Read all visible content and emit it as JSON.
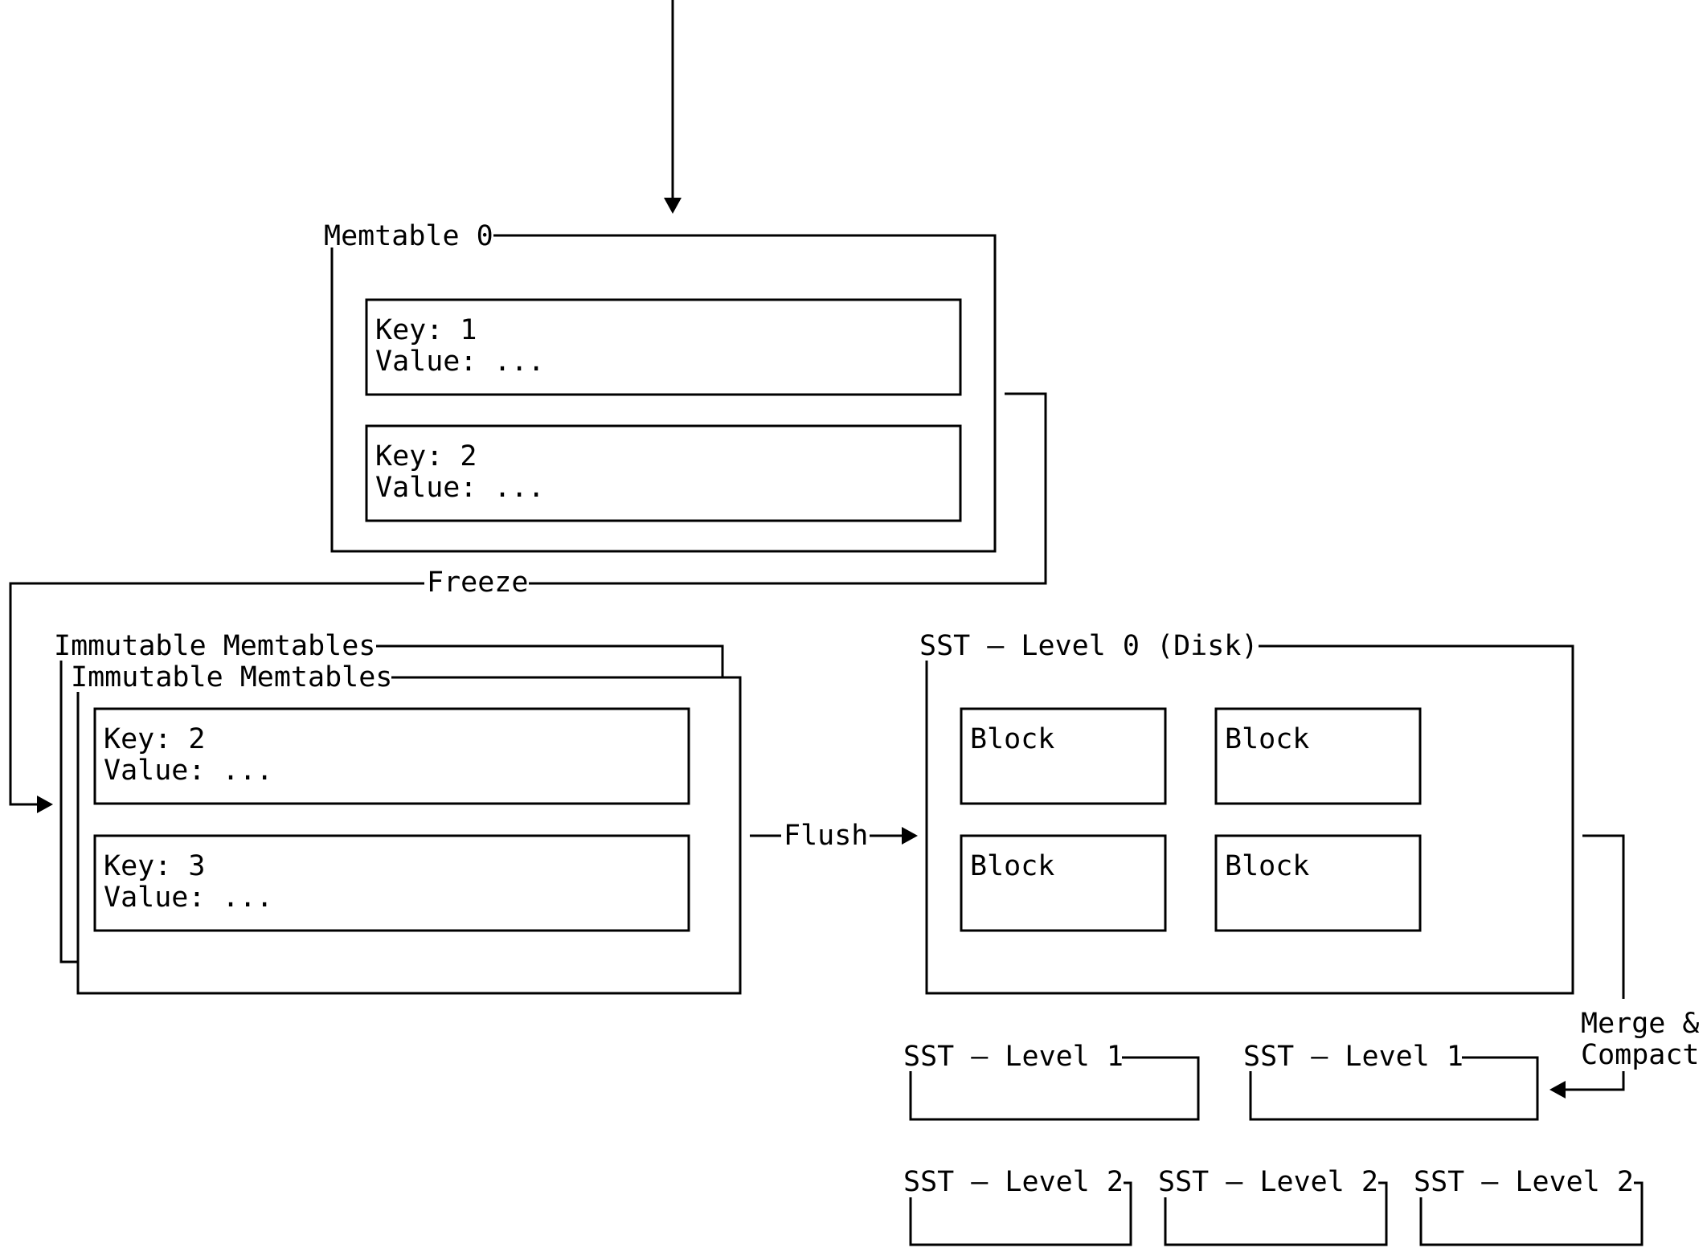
{
  "memtable": {
    "title": "Memtable 0",
    "entries": [
      {
        "key": "Key: 1",
        "value": "Value: ..."
      },
      {
        "key": "Key: 2",
        "value": "Value: ..."
      }
    ]
  },
  "freeze_label": "Freeze",
  "immutable": {
    "back_title": "Immutable Memtables",
    "front_title": "Immutable Memtables",
    "entries": [
      {
        "key": "Key: 2",
        "value": "Value: ..."
      },
      {
        "key": "Key: 3",
        "value": "Value: ..."
      }
    ]
  },
  "flush_label": "Flush",
  "sst_level0": {
    "title": "SST – Level 0 (Disk)",
    "blocks": [
      "Block",
      "Block",
      "Block",
      "Block"
    ]
  },
  "merge_label": {
    "line1": "Merge &",
    "line2": "Compact"
  },
  "sst_level1": [
    "SST – Level 1",
    "SST – Level 1"
  ],
  "sst_level2": [
    "SST – Level 2",
    "SST – Level 2",
    "SST – Level 2"
  ]
}
